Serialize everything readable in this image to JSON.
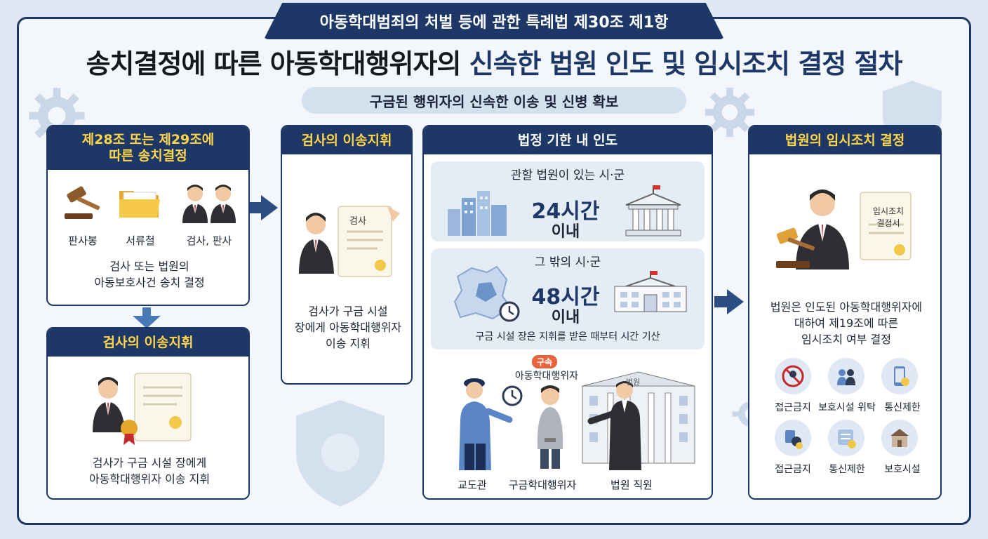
{
  "header": {
    "banner": "아동학대범죄의 처벌 등에 관한 특례법 제30조 제1항",
    "title_part1": "송치결정에 따른 아동학대행위자의 ",
    "title_part2": "신속한 법원 인도 및 임시조치 결정 절차",
    "subtitle": "구금된 행위자의 신속한 이송 및 신병 확보"
  },
  "step1": {
    "title": "제28조 또는 제29조에\n따른 송치결정",
    "icons": [
      {
        "name": "gavel-icon",
        "label": "판사봉"
      },
      {
        "name": "folder-icon",
        "label": "서류철"
      },
      {
        "name": "prosecutor-judge-icon",
        "label": "검사, 판사"
      }
    ],
    "desc": "검사 또는 법원의\n아동보호사건 송치 결정"
  },
  "step1b": {
    "title": "검사의 이송지휘",
    "desc": "검사가 구금 시설 장에게\n아동학대행위자 이송 지휘"
  },
  "step2": {
    "title": "검사의 이송지휘",
    "doc_label": "검사",
    "desc": "검사가 구금 시설\n장에게 아동학대행위자\n이송 지휘"
  },
  "step3": {
    "title": "법정 기한 내 인도",
    "panel1_title": "관할 법원이 있는 시·군",
    "panel1_time": "24시간",
    "panel1_within": "이내",
    "panel2_title": "그 밖의 시·군",
    "panel2_time": "48시간",
    "panel2_within": "이내",
    "panel2_note": "구금 시설 장은 지휘를 받은 때부터 시간 기산",
    "detained_badge": "구속",
    "offender_caption": "아동학대행위자",
    "court_sign": "법원",
    "people": [
      "교도관",
      "구금학대행위자",
      "법원 직원"
    ]
  },
  "step4": {
    "title": "법원의 임시조치 결정",
    "doc_label": "임시조치\n결정서",
    "desc": "법원은 인도된 아동학대행위자에\n대하여 제19조에 따른\n임시조치 여부 결정",
    "measures": [
      {
        "name": "no-approach-icon",
        "label": "접근금지"
      },
      {
        "name": "protection-facility-icon",
        "label": "보호시설 위탁"
      },
      {
        "name": "phone-restrict-icon",
        "label": "통신제한"
      },
      {
        "name": "approach-ban-icon",
        "label": "접근금지"
      },
      {
        "name": "comm-restrict-icon",
        "label": "통신제한"
      },
      {
        "name": "shelter-icon",
        "label": "보호시설"
      }
    ]
  },
  "colors": {
    "navy": "#1d3866",
    "accent_yellow": "#ffd54a",
    "panel": "#e4ecf6"
  }
}
